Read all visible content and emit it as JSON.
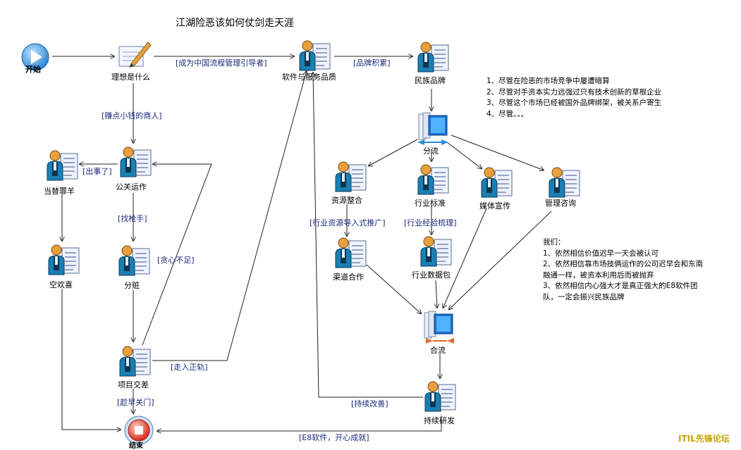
{
  "title": "江湖险恶该如何仗剑走天涯",
  "nodes": {
    "start": "开始",
    "ideal": "理想是什么",
    "pr": "公关运作",
    "scapegoat": "当替罪羊",
    "empty_joy": "空欢喜",
    "share": "分赃",
    "project_handover": "项目交差",
    "end": "结束",
    "software_quality": "软件与服务品质",
    "national_brand": "民族品牌",
    "split": "分流",
    "resource_integration": "资源整合",
    "industry_standard": "行业标准",
    "media_publicity": "媒体宣传",
    "management_consulting": "管理咨询",
    "channel_cooperation": "渠道合作",
    "industry_data_pack": "行业数据包",
    "merge": "合流",
    "continuous_dev": "持续研发"
  },
  "edges": {
    "become_leader": "[成为中国流程管理引导者]",
    "brand_accumulate": "[品牌积累]",
    "earn_money": "[赚点小钱的商人]",
    "in_trouble": "[出事了]",
    "find_gunman": "[找枪手]",
    "greedy": "[贪心不足]",
    "right_track": "[走入正轨]",
    "close_early": "[趁早关门]",
    "industry_resource": "[行业资源导入式推广]",
    "industry_experience": "[行业经验梳理]",
    "continuous_improve": "[持续改善]",
    "e8_happy": "[E8软件，开心成就]"
  },
  "notes_right_top": [
    "1、尽管在险恶的市场竞争中屡遭暗算",
    "2、尽管对手资本实力远强过只有技术创新的草根企业",
    "3、尽管这个市场已经被国外品牌绑架，被关系户寄生",
    "4、尽管。。。"
  ],
  "notes_right_mid": [
    "我们：",
    "1、依然相信价值迟早一天会被认可",
    "2、依然相信靠市场技俩运作的公司迟早会和东南",
    "融通一样，被资本利用后而被抛弃",
    "3、依然相信内心强大才是真正强大的E8软件团",
    "队，一定会振兴民族品牌"
  ],
  "watermark": "ITIL先锋论坛",
  "colors": {
    "person_head": "#e9a03c",
    "person_body": "#1a7fb3",
    "document": "#eef3ff",
    "start_circle": "#3aa0f0",
    "end_circle": "#e33a2a",
    "edge_label": "#1c2a7a",
    "watermark": "#c8a400"
  }
}
